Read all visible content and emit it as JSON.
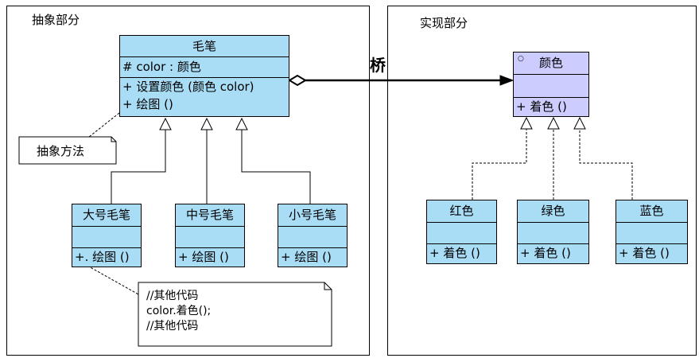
{
  "panels": {
    "abstraction": {
      "title": "抽象部分"
    },
    "implementation": {
      "title": "实现部分"
    }
  },
  "bridge_label": "桥",
  "classes": {
    "brush": {
      "name": "毛笔",
      "attribute": "# color : 颜色",
      "op1": "+ 设置颜色 (颜色 color)",
      "op2": "+ 绘图 ()"
    },
    "large_brush": {
      "name": "大号毛笔",
      "op1": "+. 绘图 ()"
    },
    "medium_brush": {
      "name": "中号毛笔",
      "op1": "+ 绘图 ()"
    },
    "small_brush": {
      "name": "小号毛笔",
      "op1": "+ 绘图 ()"
    },
    "color": {
      "name": "颜色",
      "op1": "+ 着色 ()"
    },
    "red": {
      "name": "红色",
      "op1": "+ 着色 ()"
    },
    "green": {
      "name": "绿色",
      "op1": "+ 着色 ()"
    },
    "blue": {
      "name": "蓝色",
      "op1": "+ 着色 ()"
    }
  },
  "notes": {
    "abstract_method": "抽象方法",
    "code_line1": "//其他代码",
    "code_line2": "color.着色();",
    "code_line3": "//其他代码"
  }
}
